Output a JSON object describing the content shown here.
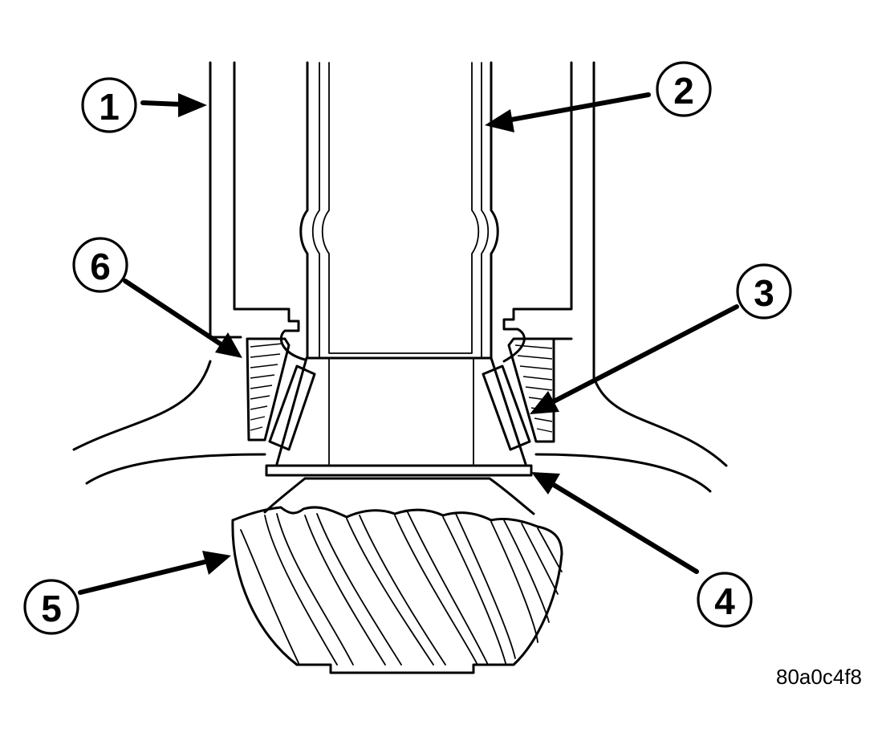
{
  "figure": {
    "callouts": [
      {
        "id": "1",
        "label": "1"
      },
      {
        "id": "2",
        "label": "2"
      },
      {
        "id": "3",
        "label": "3"
      },
      {
        "id": "4",
        "label": "4"
      },
      {
        "id": "5",
        "label": "5"
      },
      {
        "id": "6",
        "label": "6"
      }
    ],
    "figure_code": "80a0c4f8"
  }
}
